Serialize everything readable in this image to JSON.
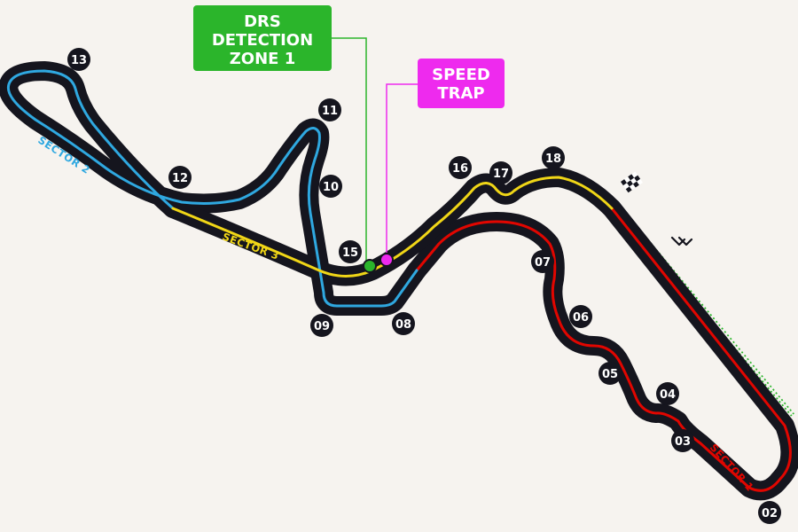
{
  "colors": {
    "background": "#f6f3ef",
    "asphalt": "#15151e",
    "sector1": "#e10600",
    "sector2": "#2fa8e0",
    "sector3": "#f0d617",
    "drs_zone": "#2bb52b",
    "speed_trap": "#ee2aee",
    "callout_text": "#ffffff"
  },
  "callouts": {
    "drs": {
      "lines": [
        "DRS",
        "DETECTION",
        "ZONE 1"
      ]
    },
    "speed_trap": {
      "lines": [
        "SPEED",
        "TRAP"
      ]
    }
  },
  "sectors": {
    "s1": "SECTOR 1",
    "s2": "SECTOR 2",
    "s3": "SECTOR 3"
  },
  "turns": [
    "02",
    "03",
    "04",
    "05",
    "06",
    "07",
    "08",
    "09",
    "10",
    "11",
    "12",
    "13",
    "15",
    "16",
    "17",
    "18"
  ],
  "icons": {
    "start_finish": "chequered-flag-icon",
    "direction": "double-chevron-icon"
  }
}
